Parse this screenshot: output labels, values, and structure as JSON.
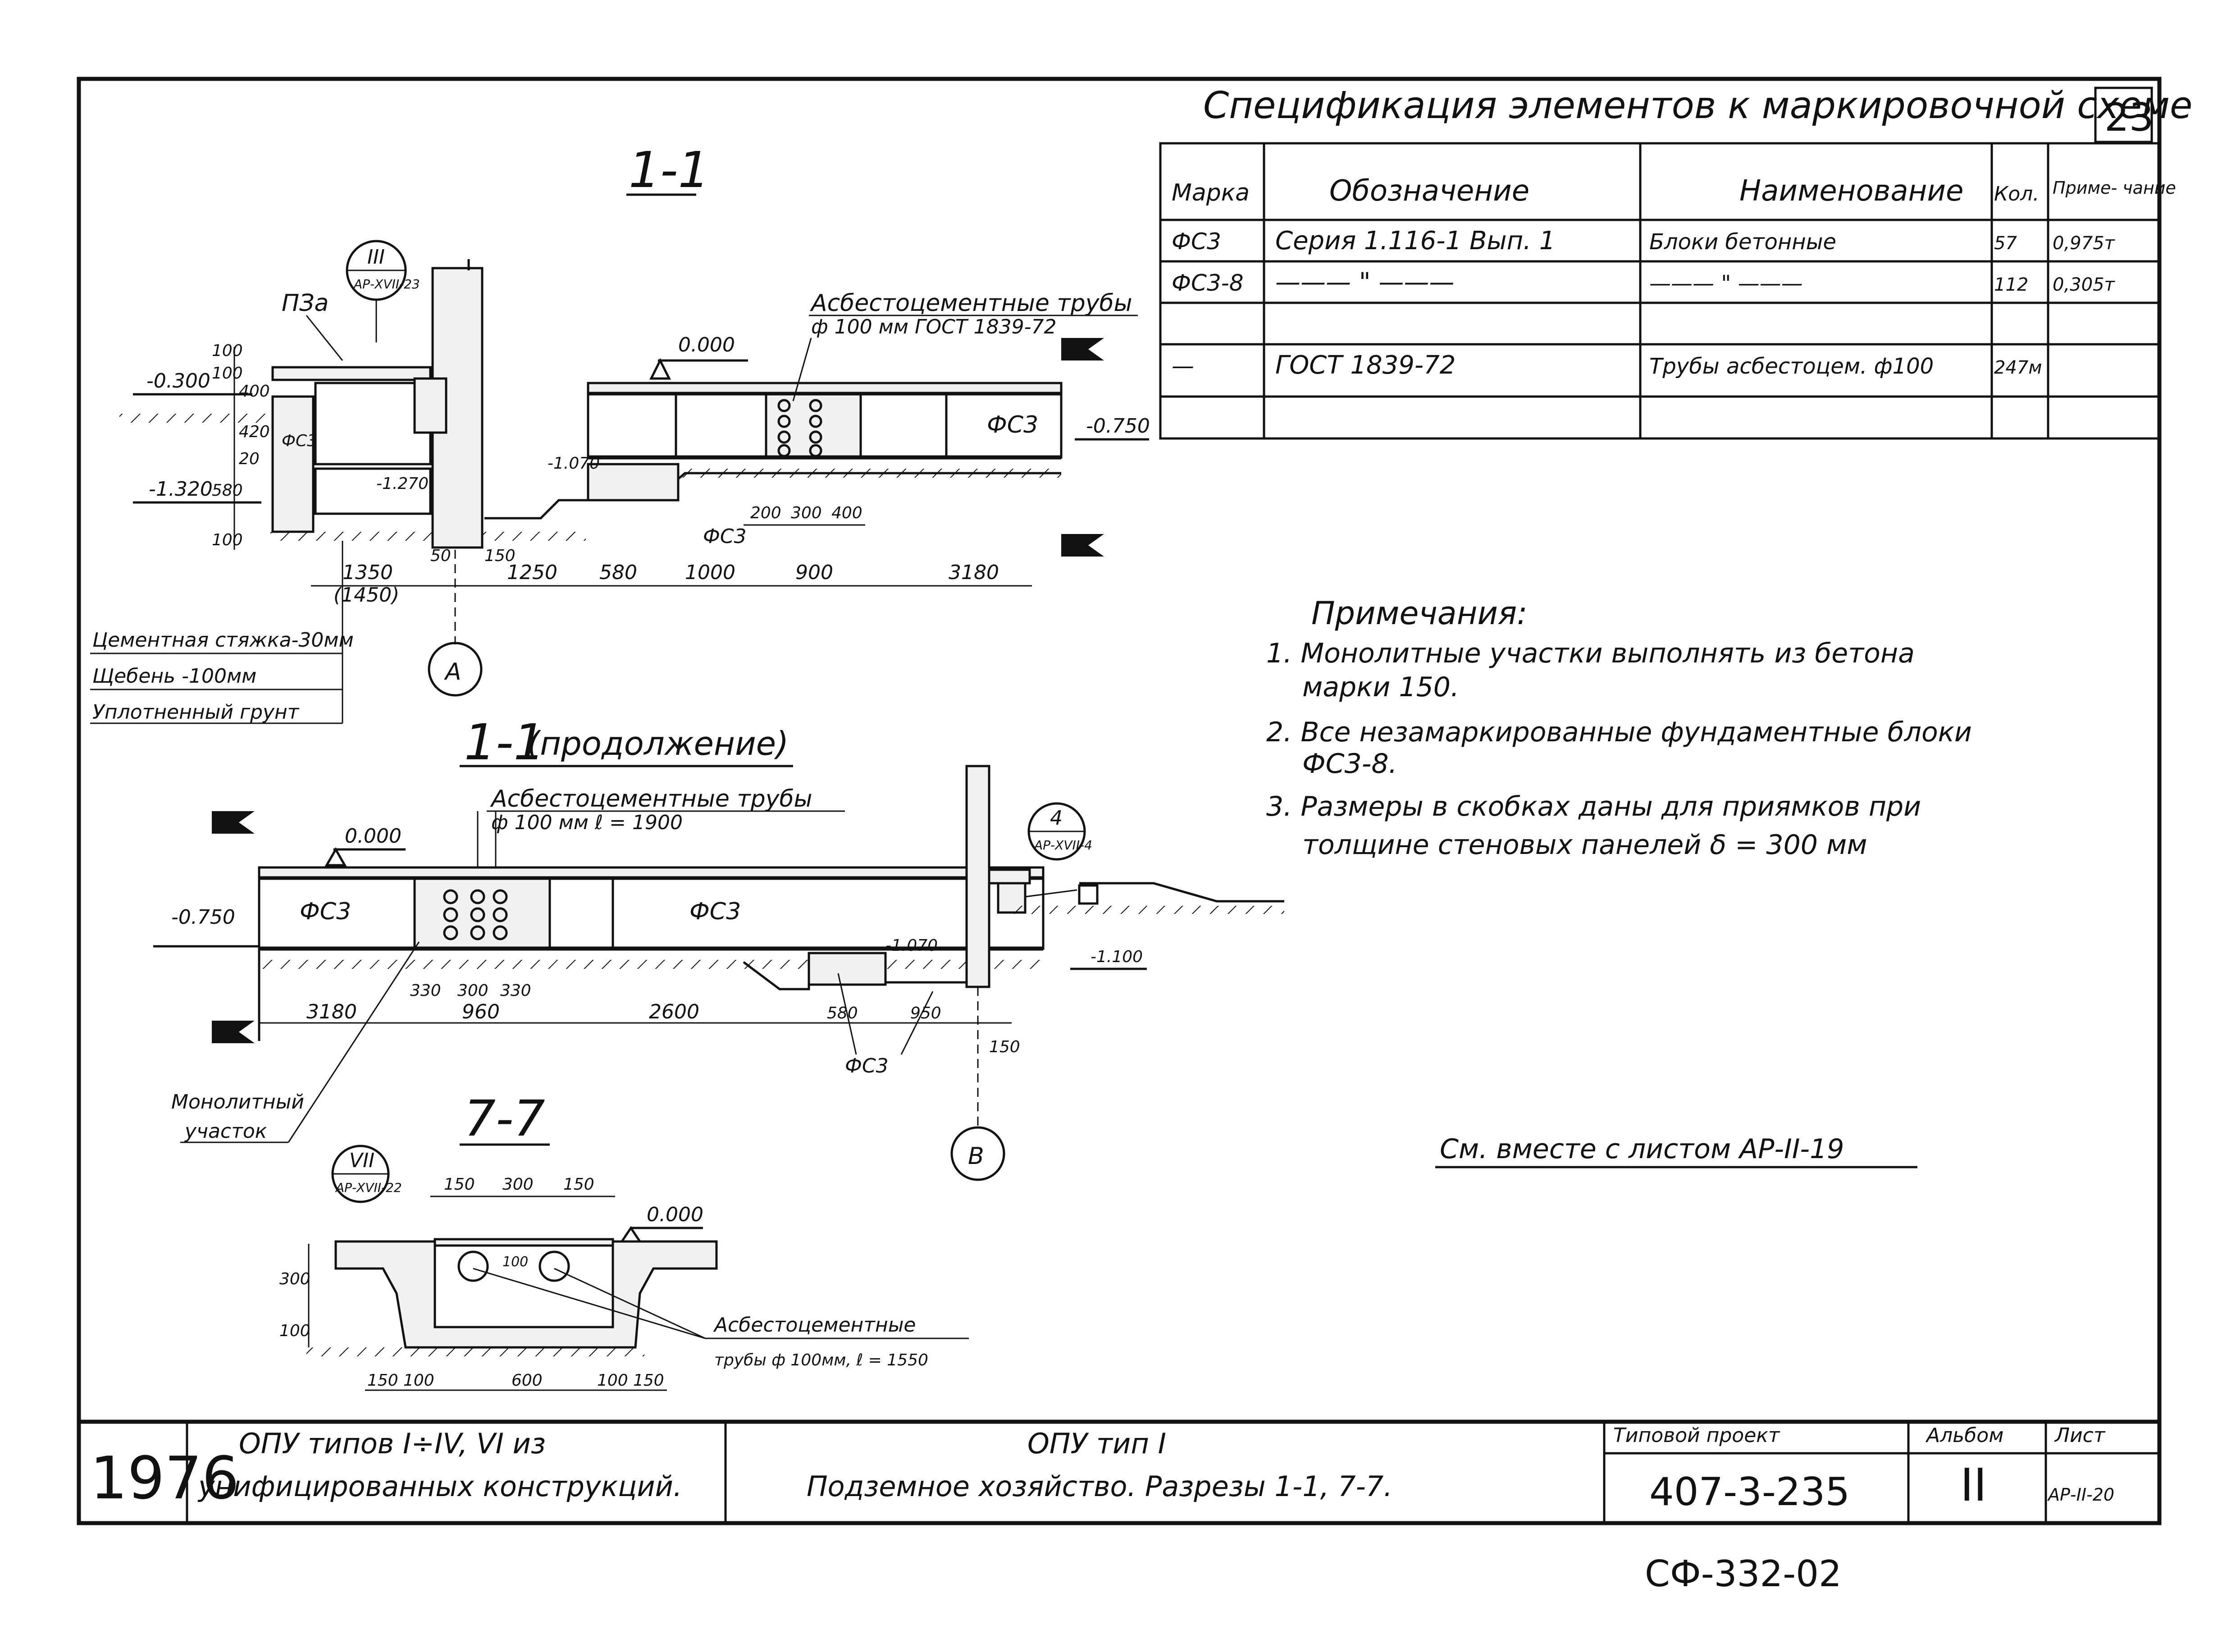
{
  "spec": {
    "title": "Спецификация элементов к маркировочной схеме",
    "page_no": "23",
    "headers": [
      "Марка",
      "Обозначение",
      "Наименование",
      "Кол.",
      "Приме-\nчание"
    ],
    "rows": [
      {
        "mark": "ФС3",
        "designation": "Серия 1.116-1 Вып. 1",
        "name": "Блоки бетонные",
        "qty": "57",
        "note": "0,975т"
      },
      {
        "mark": "ФС3-8",
        "designation": "——— \" ———",
        "name": "——— \" ———",
        "qty": "112",
        "note": "0,305т"
      },
      {
        "mark": "",
        "designation": "",
        "name": "",
        "qty": "",
        "note": ""
      },
      {
        "mark": "—",
        "designation": "ГОСТ 1839-72",
        "name": "Трубы асбестоцем. ф100",
        "qty": "247м",
        "note": ""
      },
      {
        "mark": "",
        "designation": "",
        "name": "",
        "qty": "",
        "note": ""
      }
    ]
  },
  "notes": {
    "title": "Примечания:",
    "items": [
      "1. Монолитные участки выполнять из бетона",
      "марки 150.",
      "2. Все незамаркированные фундаментные блоки",
      "ФС3-8.",
      "3. Размеры в скобках даны для приямков при",
      "толщине стеновых панелей δ = 300 мм"
    ],
    "see_also": "См. вместе с листом АР-II-19"
  },
  "section_1_1": {
    "title": "1-1",
    "callout_top": "III",
    "callout_bottom": "АР-XVII-23",
    "panel_label": "ПЗа",
    "pipes_label_1": "Асбестоцементные трубы",
    "pipes_label_2": "ф 100 мм ГОСТ 1839-72",
    "level_0": "0.000",
    "level_m03": "-0.300",
    "level_m075": "-0.750",
    "level_m107": "-1.070",
    "level_m127": "-1.270",
    "level_m132": "-1.320",
    "block_fs3": "ФС3",
    "block_fs3_small": "ФС3",
    "block_fs3_bottom": "ФС3",
    "dims_vert": [
      "100",
      "100",
      "400",
      "420",
      "20",
      "580",
      "100"
    ],
    "dims_pipe": [
      "200",
      "300",
      "400"
    ],
    "dims_row": [
      "1350",
      "(1450)",
      "50",
      "150",
      "1250",
      "580",
      "1000",
      "900",
      "3180"
    ],
    "axis": "А",
    "layer_1": "Цементная стяжка-30мм",
    "layer_2": "Щебень -100мм",
    "layer_3": "Уплотненный грунт"
  },
  "section_1_1_cont": {
    "title": "1-1",
    "title_suffix": "(продолжение)",
    "pipes_label_1": "Асбестоцементные трубы",
    "pipes_label_2": "ф 100 мм  ℓ = 1900",
    "callout_top": "4",
    "callout_bottom": "АР-XVII-4",
    "level_0": "0.000",
    "level_m075": "-0.750",
    "level_m107": "-1.070",
    "level_m11": "-1.100",
    "block_left": "ФС3",
    "block_right": "ФС3",
    "block_bottom": "ФС3",
    "dims_top": [
      "330",
      "300",
      "330"
    ],
    "dims_row": [
      "3180",
      "960",
      "2600",
      "580",
      "950"
    ],
    "dim_150": "150",
    "monolith_1": "Монолитный",
    "monolith_2": "участок",
    "axis": "В"
  },
  "section_7_7": {
    "title": "7-7",
    "callout_top": "VII",
    "callout_bottom": "АР-XVII-22",
    "level_0": "0.000",
    "dims_top": [
      "150",
      "300",
      "150"
    ],
    "dims_vert": [
      "300",
      "100"
    ],
    "pipe_dim": "100",
    "dims_bottom": [
      "150",
      "100",
      "600",
      "100",
      "150"
    ],
    "pipes_label_1": "Асбестоцементные",
    "pipes_label_2": "трубы ф 100мм,  ℓ = 1550"
  },
  "stamp": {
    "year": "1976",
    "left_1": "ОПУ типов I÷IV, VI из",
    "left_2": "унифицированных конструкций.",
    "mid_1": "ОПУ тип I",
    "mid_2": "Подземное хозяйство.   Разрезы 1-1,  7-7.",
    "project_label": "Типовой проект",
    "project_no": "407-3-235",
    "album_label": "Альбом",
    "album_no": "II",
    "sheet_label": "Лист",
    "sheet_no": "АР-II-20"
  },
  "footer_code": "СФ-332-02"
}
